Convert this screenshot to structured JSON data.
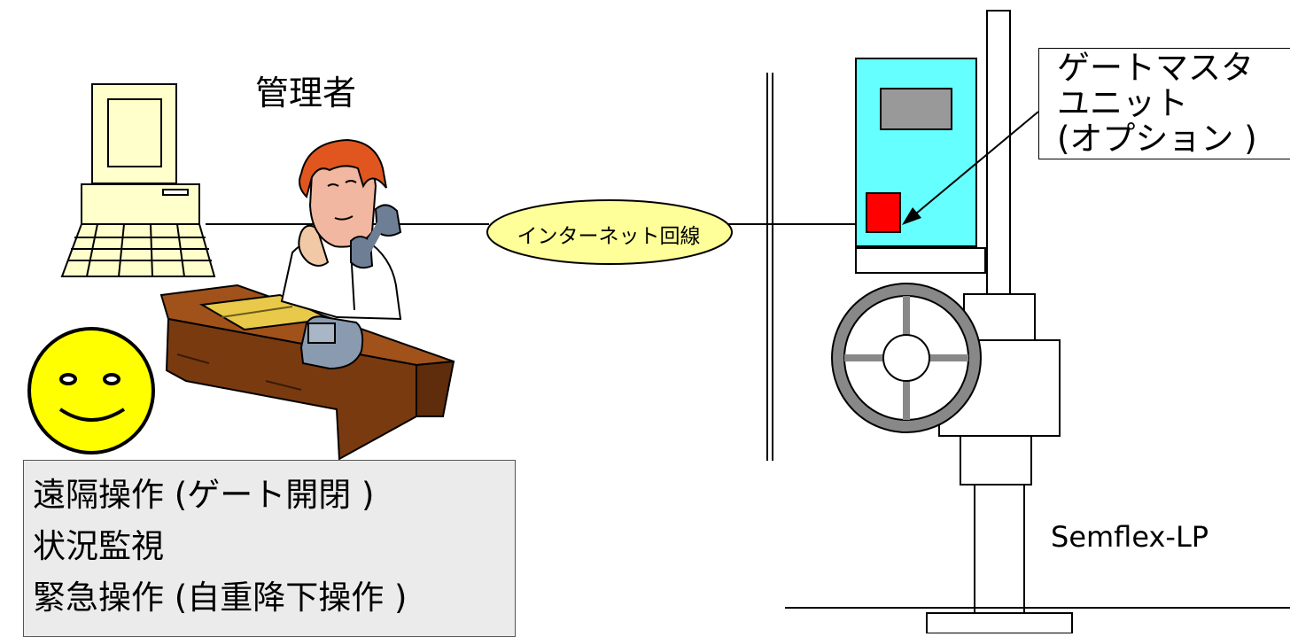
{
  "diagram": {
    "title": "管理者",
    "connection_label": "インターネット回線",
    "callout": {
      "lines": [
        "ゲートマスタ",
        "ユニット",
        "(オプション )"
      ]
    },
    "functions": {
      "lines": [
        "遠隔操作 (ゲート開閉 )",
        "状況監視",
        "緊急操作 (自重降下操作 )"
      ]
    },
    "product_name": "Semflex-LP",
    "icons": [
      "computer-icon",
      "administrator-on-phone-icon",
      "desk-icon",
      "smiley-face-icon",
      "gate-device-icon",
      "control-unit-icon"
    ],
    "colors": {
      "bubble_fill": "#ffff99",
      "control_box": "#66ffff",
      "unit_red": "#ff0000",
      "smiley_fill": "#ffff00",
      "computer_fill": "#ffffcc",
      "desk_brown": "#8b4513",
      "hair": "#e0561e",
      "phone": "#6e7f95",
      "info_bg": "#ebebeb"
    }
  }
}
